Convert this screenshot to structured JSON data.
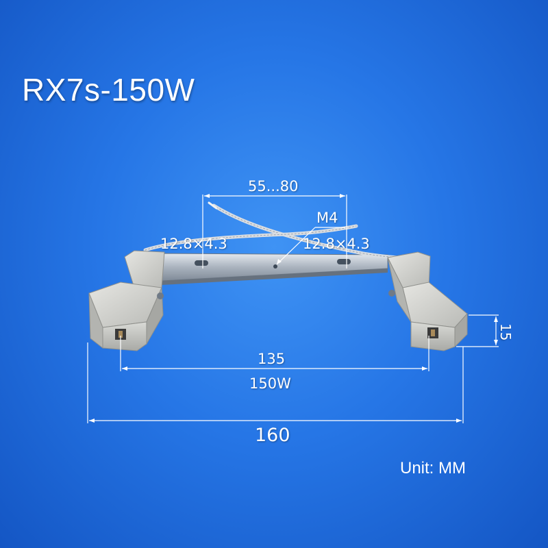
{
  "title": "RX7s-150W",
  "dimensions": {
    "mount_spacing": "55...80",
    "thread": "M4",
    "slot_left": "12.8×4.3",
    "slot_right": "12.8×4.3",
    "inner_length": "135",
    "wattage": "150W",
    "overall_length": "160",
    "height": "15"
  },
  "unit_label": "Unit: MM",
  "colors": {
    "background": "#2676e6",
    "annotation": "#ffffff",
    "ceramic": "#cfd0cc",
    "bracket": "#b8bfc8"
  }
}
